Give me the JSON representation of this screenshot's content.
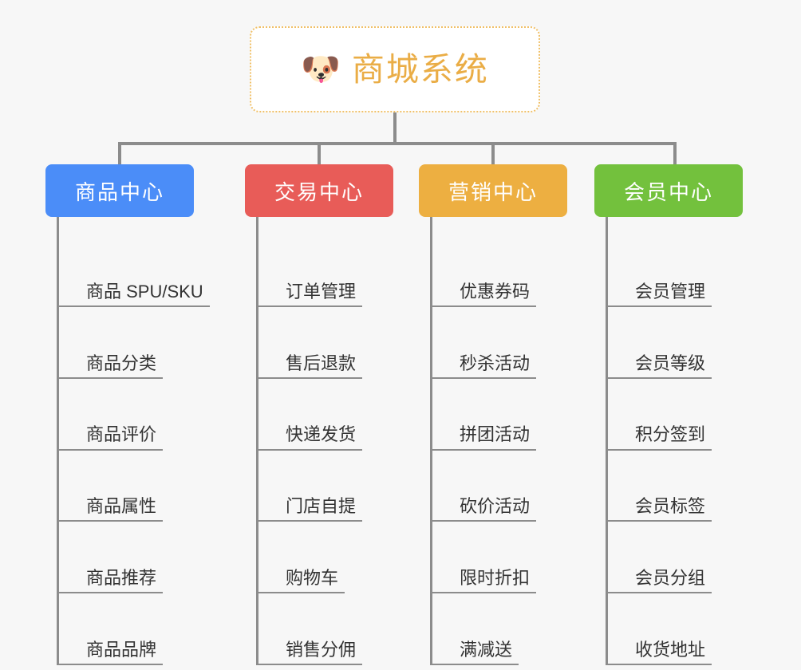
{
  "diagram": {
    "background_color": "#f7f7f7",
    "root": {
      "icon": "shiba-dog-face-icon",
      "emoji": "🐶",
      "title": "商城系统",
      "title_color": "#eaad46",
      "border_color": "#f0c068"
    },
    "connector_color": "#8c8c8c",
    "columns": [
      {
        "id": "product-center",
        "label": "商品中心",
        "color": "#4b8df8",
        "items": [
          "商品 SPU/SKU",
          "商品分类",
          "商品评价",
          "商品属性",
          "商品推荐",
          "商品品牌"
        ]
      },
      {
        "id": "trade-center",
        "label": "交易中心",
        "color": "#e85c58",
        "items": [
          "订单管理",
          "售后退款",
          "快递发货",
          "门店自提",
          "购物车",
          "销售分佣"
        ]
      },
      {
        "id": "marketing-center",
        "label": "营销中心",
        "color": "#edaf41",
        "items": [
          "优惠券码",
          "秒杀活动",
          "拼团活动",
          "砍价活动",
          "限时折扣",
          "满减送"
        ]
      },
      {
        "id": "member-center",
        "label": "会员中心",
        "color": "#73c13d",
        "items": [
          "会员管理",
          "会员等级",
          "积分签到",
          "会员标签",
          "会员分组",
          "收货地址"
        ]
      }
    ]
  }
}
